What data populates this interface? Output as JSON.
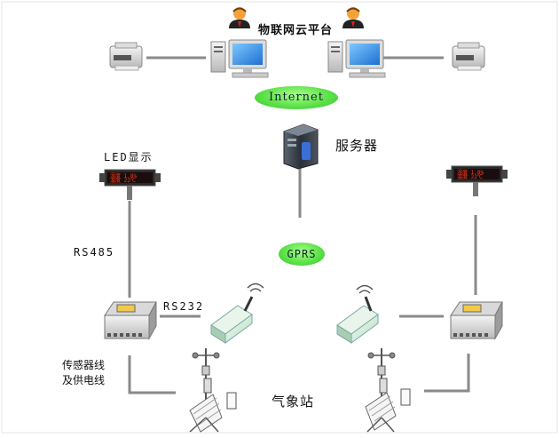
{
  "title": "物联网云平台",
  "internet_label": "Internet",
  "server_label": "服务器",
  "gprs_label": "GPRS",
  "led_label": "LED显示",
  "rs485_label": "RS485",
  "rs232_label": "RS232",
  "sensor_line_label_1": "传感器线",
  "sensor_line_label_2": "及供电线",
  "station_label": "气象站",
  "colors": {
    "line": "#8a8a8a",
    "pill_green": "#5ee24a",
    "led_red": "#ff3a1a",
    "border": "#bfbfbf"
  },
  "icons": [
    "user-icon",
    "printer-icon",
    "computer-icon",
    "server-icon",
    "led-display-icon",
    "data-logger-icon",
    "gprs-modem-icon",
    "weather-station-icon"
  ]
}
